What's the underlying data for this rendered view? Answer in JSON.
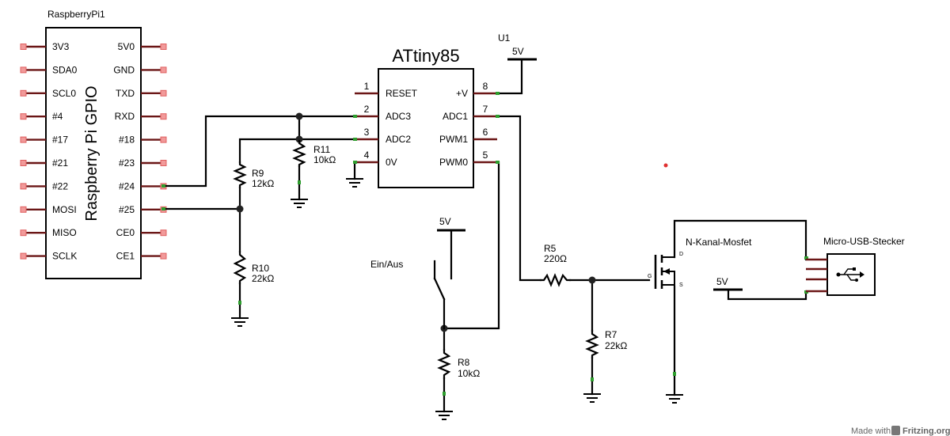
{
  "rpi": {
    "name": "RaspberryPi1",
    "title": "Raspberry Pi GPIO",
    "left_pins": [
      "3V3",
      "SDA0",
      "SCL0",
      "#4",
      "#17",
      "#21",
      "#22",
      "MOSI",
      "MISO",
      "SCLK"
    ],
    "right_pins": [
      "5V0",
      "GND",
      "TXD",
      "RXD",
      "#18",
      "#23",
      "#24",
      "#25",
      "CE0",
      "CE1"
    ]
  },
  "attiny": {
    "ref": "U1",
    "name": "ATtiny85",
    "left_pins": [
      {
        "num": "1",
        "label": "RESET"
      },
      {
        "num": "2",
        "label": "ADC3"
      },
      {
        "num": "3",
        "label": "ADC2"
      },
      {
        "num": "4",
        "label": "0V"
      }
    ],
    "right_pins": [
      {
        "num": "8",
        "label": "+V"
      },
      {
        "num": "7",
        "label": "ADC1"
      },
      {
        "num": "6",
        "label": "PWM1"
      },
      {
        "num": "5",
        "label": "PWM0"
      }
    ]
  },
  "power_label": "5V",
  "resistors": {
    "r9": {
      "name": "R9",
      "value": "12kΩ"
    },
    "r10": {
      "name": "R10",
      "value": "22kΩ"
    },
    "r11": {
      "name": "R11",
      "value": "10kΩ"
    },
    "r5": {
      "name": "R5",
      "value": "220Ω"
    },
    "r7": {
      "name": "R7",
      "value": "22kΩ"
    },
    "r8": {
      "name": "R8",
      "value": "10kΩ"
    }
  },
  "switch": {
    "label": "Ein/Aus"
  },
  "mosfet": {
    "label": "N-Kanal-Mosfet",
    "pin_d": "D",
    "pin_g": "G",
    "pin_s": "S"
  },
  "usb": {
    "label": "Micro-USB-Stecker"
  },
  "footer": {
    "made_with": "Made with",
    "brand": "Fritzing.org"
  },
  "colors": {
    "wire": "#000000",
    "pin": "#6b1616",
    "pin_end": "#2e9e2e",
    "gpio_pin": "#f19a9a",
    "marker": "#e03030"
  }
}
